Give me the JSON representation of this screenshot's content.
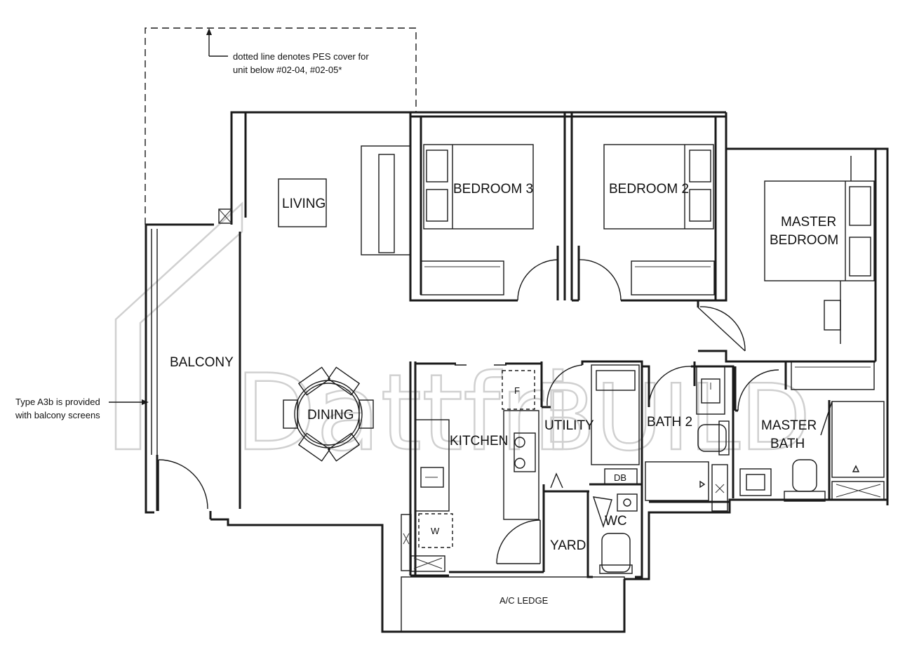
{
  "rooms": {
    "living": "LIVING",
    "bedroom3": "BEDROOM 3",
    "bedroom2": "BEDROOM 2",
    "master_bedroom_line1": "MASTER",
    "master_bedroom_line2": "BEDROOM",
    "balcony": "BALCONY",
    "dining": "DINING",
    "kitchen": "KITCHEN",
    "utility": "UTILITY",
    "bath2": "BATH 2",
    "master_bath_line1": "MASTER",
    "master_bath_line2": "BATH",
    "yard": "YARD",
    "wc": "WC",
    "ac_ledge": "A/C LEDGE"
  },
  "fixtures": {
    "fridge": "F",
    "washer": "W",
    "distribution_board": "DB"
  },
  "notes": {
    "pes_line1": "dotted line denotes PES cover for",
    "pes_line2": "unit below #02-04, #02-05*",
    "balcony_line1": "Type A3b is provided",
    "balcony_line2": "with balcony screens"
  },
  "watermark": {
    "brand_a": "Dattfri",
    "brand_b": "BUILD"
  }
}
